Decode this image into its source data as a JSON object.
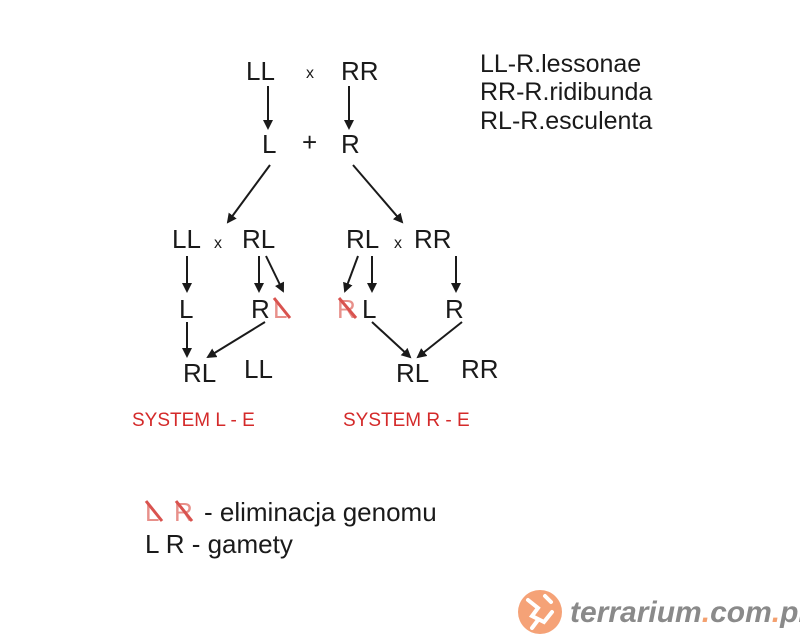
{
  "legend": {
    "items": [
      "LL-R.lessonae",
      "RR-R.ridibunda",
      "RL-R.esculenta"
    ]
  },
  "parents": {
    "left": "LL",
    "cross": "x",
    "right": "RR"
  },
  "gametes": {
    "left": "L",
    "plus": "+",
    "right": "R"
  },
  "system_le": {
    "cross_left": "LL",
    "cross_sym": "x",
    "cross_right": "RL",
    "gamete_left": "L",
    "gamete_mid": "R",
    "gamete_eliminated": "L",
    "offspring_1": "RL",
    "offspring_2": "LL",
    "label": "SYSTEM L - E"
  },
  "system_re": {
    "cross_left": "RL",
    "cross_sym": "x",
    "cross_right": "RR",
    "gamete_eliminated": "R",
    "gamete_mid": "L",
    "gamete_right": "R",
    "offspring_1": "RL",
    "offspring_2": "RR",
    "label": "SYSTEM R - E"
  },
  "key": {
    "elim_l": "L",
    "elim_r": "R",
    "elim_text": "- eliminacja genomu",
    "gam_text": "L R - gamety"
  },
  "logo": {
    "part1": "terrarium",
    "dot1": ".",
    "part2": "com",
    "dot2": ".",
    "part3": "pl"
  },
  "colors": {
    "system_label": "#d42a2a",
    "eliminated": "#e8908a",
    "logo_accent": "#f3a06f",
    "logo_text": "#8a8a8a"
  }
}
